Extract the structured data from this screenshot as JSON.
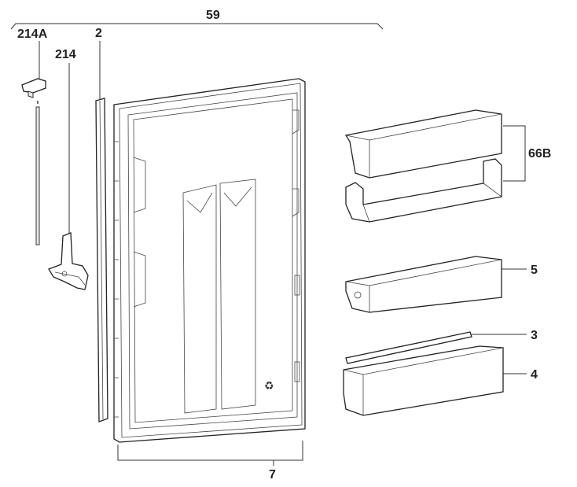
{
  "labels": {
    "assembly": "59",
    "hinge_cap": "214A",
    "gasket": "2",
    "hinge": "214",
    "shelves_pair": "66B",
    "shelf": "5",
    "shelf_rail": "3",
    "bottle_bin": "4",
    "door_liner": "7"
  },
  "door_symbol": "♻"
}
